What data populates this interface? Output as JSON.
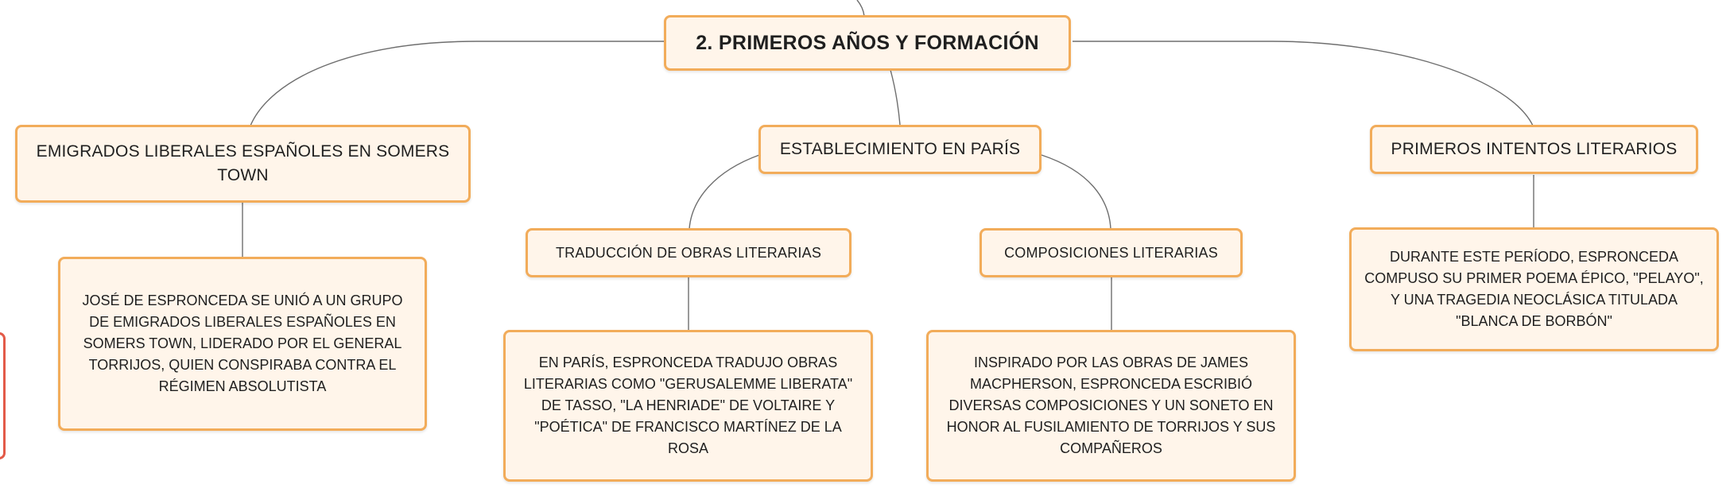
{
  "diagram": {
    "root": "2. PRIMEROS AÑOS Y FORMACIÓN",
    "branches": [
      {
        "title": "EMIGRADOS LIBERALES ESPAÑOLES EN SOMERS TOWN",
        "detail": "JOSÉ DE ESPRONCEDA SE UNIÓ A UN GRUPO DE EMIGRADOS LIBERALES ESPAÑOLES EN SOMERS TOWN, LIDERADO POR EL GENERAL TORRIJOS, QUIEN CONSPIRABA CONTRA EL RÉGIMEN ABSOLUTISTA"
      },
      {
        "title": "ESTABLECIMIENTO EN PARÍS",
        "children": [
          {
            "title": "TRADUCCIÓN DE OBRAS LITERARIAS",
            "detail": "EN PARÍS, ESPRONCEDA TRADUJO OBRAS LITERARIAS COMO \"GERUSALEMME LIBERATA\" DE TASSO, \"LA HENRIADE\" DE VOLTAIRE Y \"POÉTICA\" DE FRANCISCO MARTÍNEZ DE LA ROSA"
          },
          {
            "title": "COMPOSICIONES LITERARIAS",
            "detail": "INSPIRADO POR LAS OBRAS DE JAMES MACPHERSON, ESPRONCEDA ESCRIBIÓ DIVERSAS COMPOSICIONES Y UN SONETO EN HONOR AL FUSILAMIENTO DE TORRIJOS Y SUS COMPAÑEROS"
          }
        ]
      },
      {
        "title": "PRIMEROS INTENTOS LITERARIOS",
        "detail": "DURANTE ESTE PERÍODO, ESPRONCEDA COMPUSO SU PRIMER POEMA ÉPICO, \"PELAYO\", Y UNA TRAGEDIA NEOCLÁSICA TITULADA \"BLANCA DE BORBÓN\""
      }
    ]
  },
  "colors": {
    "node_fill": "#fff5ea",
    "node_border": "#f2ac5a",
    "connector": "#6e6e6e",
    "offscreen_accent": "#e35a48"
  }
}
